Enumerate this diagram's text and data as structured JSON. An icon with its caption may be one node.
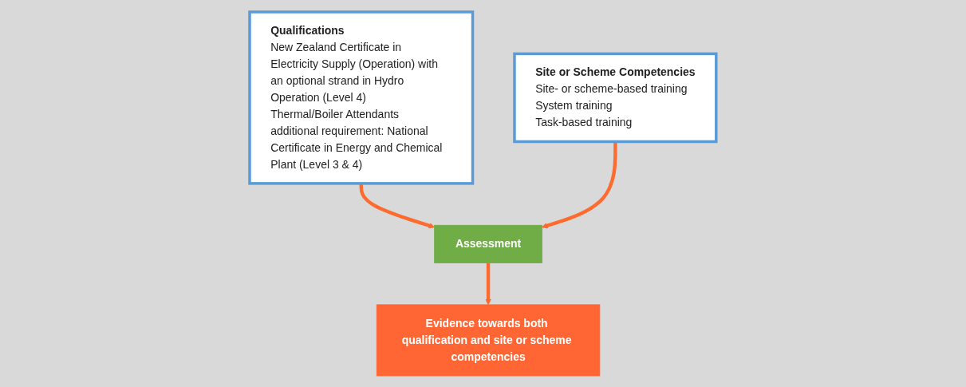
{
  "diagram": {
    "nodes": [
      {
        "text": [
          "Qualifications",
          "New Zealand Certificate in Electricity Supply (Operation) with an optional strand in Hydro Operation (Level 4)",
          "Thermal/Boiler Attendants additional requirement: National Certificate in Energy and Chemical Plant (Level 3 & 4)"
        ]
      },
      {
        "text": [
          "Assessment"
        ]
      },
      {
        "text": [
          "Site or Scheme Competencies",
          "Site- or scheme-based training",
          "System training",
          "Task-based training"
        ]
      },
      {
        "text": [
          "Evidence towards both qualification and site or scheme competencies"
        ]
      }
    ],
    "edges": [
      {
        "from": 0,
        "to": 1,
        "arrow": "to"
      },
      {
        "from": 2,
        "to": 1,
        "arrow": "to"
      },
      {
        "from": 1,
        "to": 3,
        "arrow": "to"
      }
    ]
  }
}
